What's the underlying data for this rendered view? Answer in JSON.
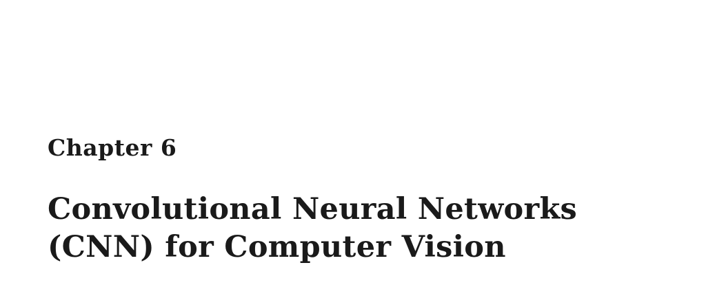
{
  "chapter": {
    "label": "Chapter 6",
    "title_lines": [
      "Convolutional Neural Networks",
      "(CNN) for Computer Vision"
    ]
  }
}
